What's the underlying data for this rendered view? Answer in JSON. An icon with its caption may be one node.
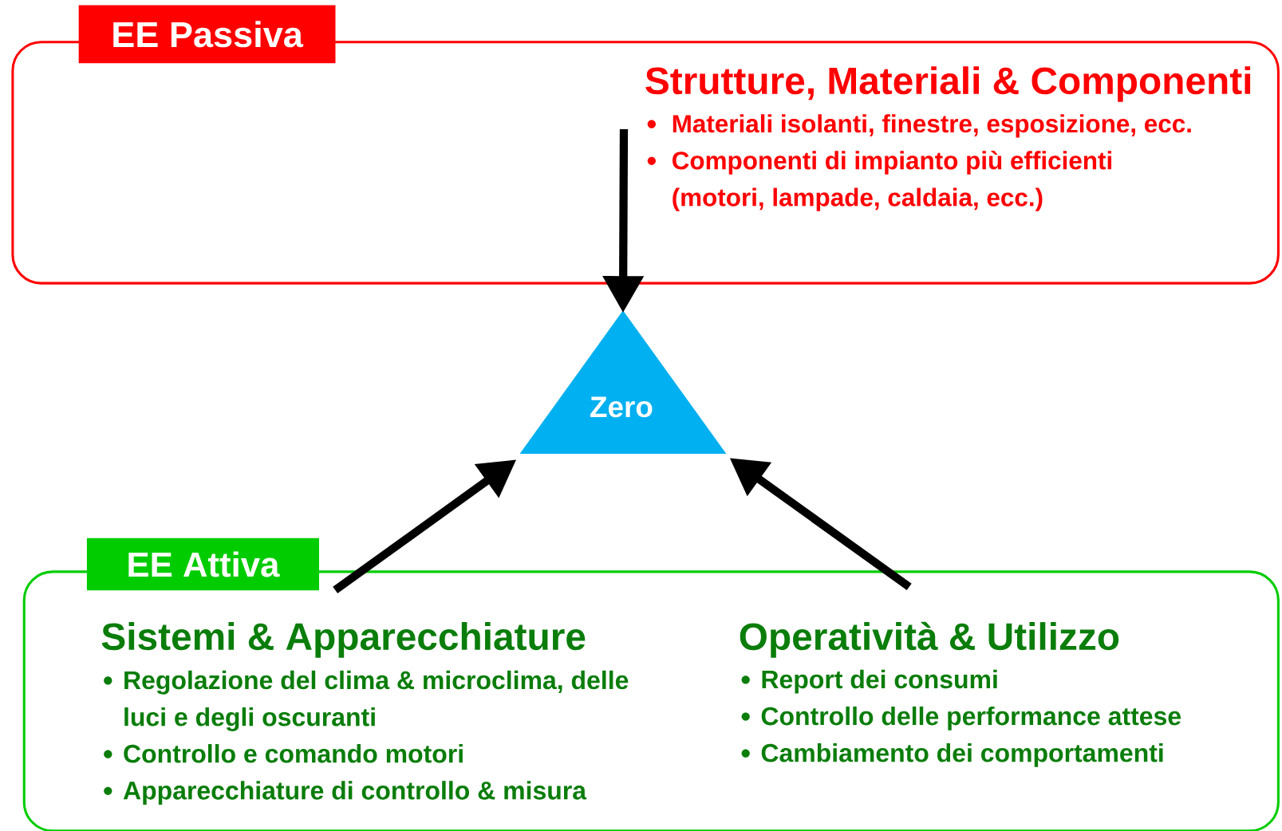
{
  "diagram": {
    "nodes": [
      {
        "text": [
          "EE Passiva",
          "Strutture, Materiali & Componenti",
          "Materiali isolanti, finestre, esposizione, ecc.",
          "Componenti di impianto più efficienti (motori, lampade, caldaia, ecc.)"
        ]
      },
      {
        "text": [
          "Zero"
        ]
      },
      {
        "text": [
          "EE Attiva"
        ]
      },
      {
        "text": [
          "Sistemi & Apparecchiature",
          "Regolazione del clima & microclima, delle luci e degli oscuranti",
          "Controllo e comando motori",
          "Apparecchiature di controllo & misura"
        ],
        "in": 2
      },
      {
        "text": [
          "Operatività & Utilizzo",
          "Report dei consumi",
          "Controllo delle performance attese",
          "Cambiamento dei comportamenti"
        ],
        "in": 2
      }
    ],
    "edges": [
      {
        "from": 0,
        "to": 1,
        "arrow": "to"
      },
      {
        "from": 3,
        "to": 1,
        "arrow": "to"
      },
      {
        "from": 4,
        "to": 1,
        "arrow": "to"
      }
    ]
  }
}
